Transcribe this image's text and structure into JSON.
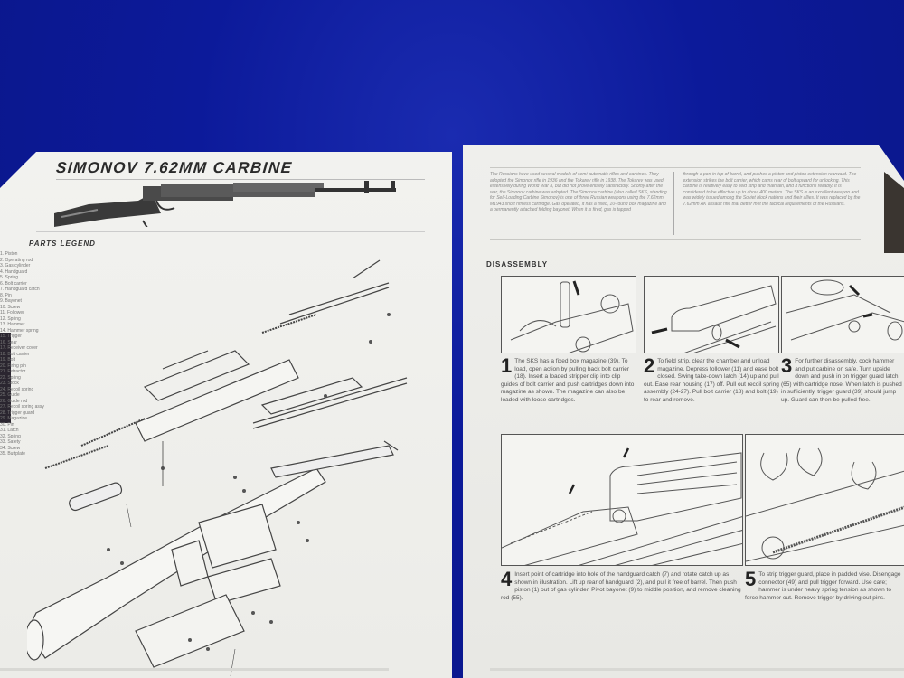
{
  "scene": {
    "background_color": "#0c1a9a",
    "description": "Photograph of two printed manual pages on a blue cloth background"
  },
  "left_page": {
    "title": "SIMONOV 7.62MM CARBINE",
    "legend_heading": "PARTS LEGEND",
    "legend_items": [
      "1. Piston",
      "2. Operating rod",
      "3. Gas cylinder",
      "4. Handguard",
      "5. Spring",
      "6. Bolt carrier",
      "7. Handguard catch",
      "8. Pin",
      "9. Bayonet",
      "10. Screw",
      "11. Follower",
      "12. Spring",
      "13. Hammer",
      "14. Hammer spring",
      "15. Trigger",
      "16. Sear",
      "17. Receiver cover",
      "18. Bolt carrier",
      "19. Bolt",
      "20. Firing pin",
      "21. Extractor",
      "22. Spring",
      "23. Stock",
      "24. Recoil spring",
      "25. Guide",
      "26. Guide rod",
      "27. Recoil spring assy",
      "28. Trigger guard",
      "29. Magazine",
      "30. Pin",
      "31. Latch",
      "32. Spring",
      "33. Safety",
      "34. Screw",
      "35. Buttplate"
    ]
  },
  "right_page": {
    "intro_left": "The Russians have used several models of semi-automatic rifles and carbines. They adopted the Simonov rifle in 1936 and the Tokarev rifle in 1938. The Tokarev was used extensively during World War II, but did not prove entirely satisfactory. Shortly after the war, the Simonov carbine was adopted. The Simonov carbine (also called SKS, standing for Self-Loading Carbine Simonov) is one of three Russian weapons using the 7.62mm M1943 short rimless cartridge. Gas operated, it has a fixed, 10-round box magazine and a permanently attached folding bayonet. When it is fired, gas is tapped",
    "intro_right": "through a port in top of barrel, and pushes a piston and piston extension rearward. The extension strikes the bolt carrier, which cams rear of bolt upward for unlocking. This carbine is relatively easy to field strip and maintain, and it functions reliably. It is considered to be effective up to about 400 meters. The SKS is an excellent weapon and was widely issued among the Soviet block nations and their allies. It was replaced by the 7.62mm AK assault rifle that better met the tactical requirements of the Russians.",
    "section_heading": "DISASSEMBLY",
    "steps": [
      {
        "num": "1",
        "text": "The SKS has a fixed box magazine (39). To load, open action by pulling back bolt carrier (18). Insert a loaded stripper clip into clip guides of bolt carrier and push cartridges down into magazine as shown. The magazine can also be loaded with loose cartridges."
      },
      {
        "num": "2",
        "text": "To field strip, clear the chamber and unload magazine. Depress follower (11) and ease bolt closed. Swing take-down latch (14) up and pull out. Ease rear housing (17) off. Pull out recoil spring assembly (24-27). Pull bolt carrier (18) and bolt (19) to rear and remove."
      },
      {
        "num": "3",
        "text": "For further disassembly, cock hammer and put carbine on safe. Turn upside down and push in on trigger guard latch (65) with cartridge nose. When latch is pushed in sufficiently, trigger guard (39) should jump up. Guard can then be pulled free."
      },
      {
        "num": "4",
        "text": "Insert point of cartridge into hole of the handguard catch (7) and rotate catch up as shown in illustration. Lift up rear of handguard (2), and pull it free of barrel. Then push piston (1) out of gas cylinder. Pivot bayonet (9) to middle position, and remove cleaning rod (55)."
      },
      {
        "num": "5",
        "text": "To strip trigger guard, place in padded vise. Disengage connector (49) and pull trigger forward. Use care; hammer is under heavy spring tension as shown to force hammer out. Remove trigger by driving out pins."
      }
    ]
  }
}
